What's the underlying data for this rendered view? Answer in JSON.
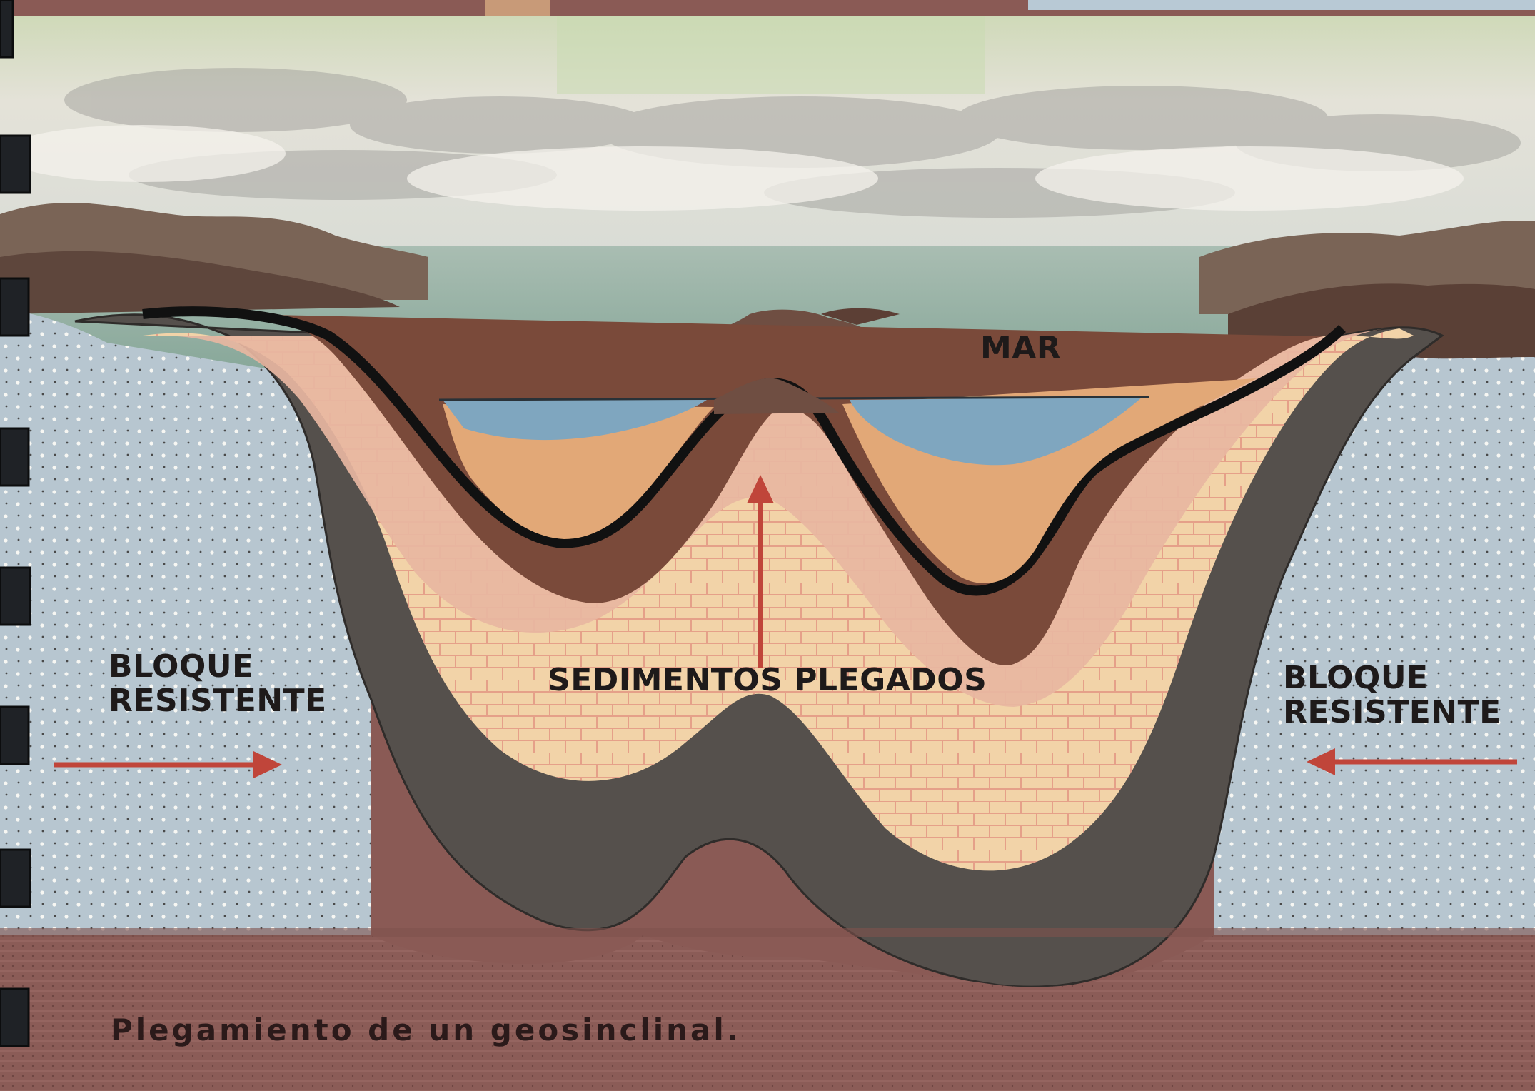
{
  "labels": {
    "sea": "MAR",
    "folded_sediments": "SEDIMENTOS PLEGADOS",
    "left_block_line1": "BLOQUE",
    "left_block_line2": "RESISTENTE",
    "right_block_line1": "BLOQUE",
    "right_block_line2": "RESISTENTE"
  },
  "caption": "Plegamiento de un geosinclinal.",
  "colors": {
    "sky": "#dcded2",
    "sea": "#8fae9e",
    "basin_water": "#7fa6bf",
    "resistant_block": "#b9c8d2",
    "dark_outer_layer": "#55504c",
    "sediment_light": "#f2d3a8",
    "sediment_pink": "#e8b6a1",
    "sediment_brown": "#7a4a3a",
    "sediment_orange": "#e2a877",
    "bedrock": "#8b5c57",
    "arrow_red": "#c0453a"
  },
  "icons": [
    "arrow-right-icon",
    "arrow-left-icon",
    "arrow-up-icon",
    "spiral-binding-icon"
  ]
}
